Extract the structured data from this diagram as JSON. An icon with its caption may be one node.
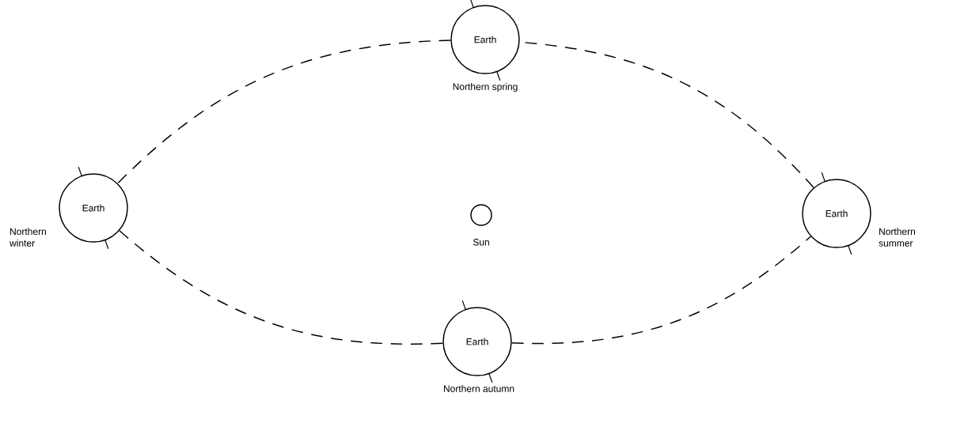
{
  "diagram": {
    "nodes": [
      {
        "text": [
          "Earth"
        ],
        "beside": [
          "Northern spring"
        ]
      },
      {
        "text": [
          "Earth"
        ],
        "beside": [
          "Northern winter"
        ]
      },
      {
        "text": [],
        "shape": "circle",
        "beside": [
          "Sun"
        ]
      },
      {
        "text": [
          "Earth"
        ],
        "beside": [
          "Northern summer"
        ]
      },
      {
        "text": [
          "Earth"
        ],
        "beside": [
          "Northern autumn"
        ]
      }
    ],
    "edges": [
      {
        "from": 0,
        "to": 1,
        "arrow": "none",
        "style": "dashed"
      },
      {
        "from": 1,
        "to": 4,
        "arrow": "none",
        "style": "dashed"
      },
      {
        "from": 4,
        "to": 3,
        "arrow": "none",
        "style": "dashed"
      },
      {
        "from": 3,
        "to": 0,
        "arrow": "none",
        "style": "dashed"
      }
    ]
  }
}
